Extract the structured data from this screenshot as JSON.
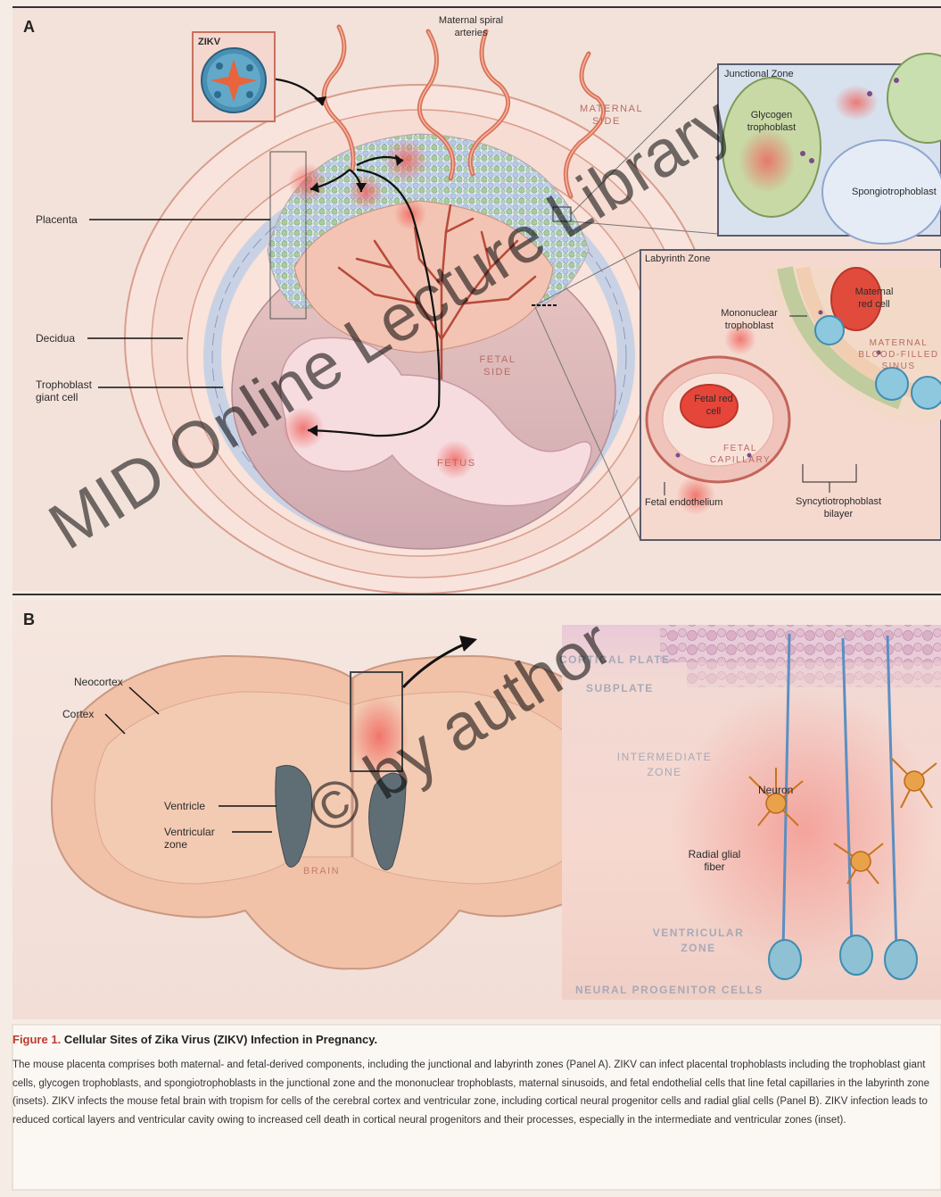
{
  "panelA": {
    "letter": "A",
    "zikv_label": "ZIKV",
    "arteries_label": "Maternal spiral arteries",
    "maternal_side": "MATERNAL SIDE",
    "fetal_side": "FETAL SIDE",
    "fetus": "FETUS",
    "placenta": "Placenta",
    "decidua": "Decidua",
    "trophoblast_giant_cell": "Trophoblast giant cell",
    "junctional_zone": {
      "title": "Junctional Zone",
      "glycogen": "Glycogen trophoblast",
      "spongio": "Spongiotrophoblast"
    },
    "labyrinth_zone": {
      "title": "Labyrinth Zone",
      "maternal_red_cell": "Maternal red cell",
      "mononuclear": "Mononuclear trophoblast",
      "sinus": "MATERNAL BLOOD-FILLED SINUS",
      "fetal_red_cell": "Fetal red cell",
      "fetal_capillary": "FETAL CAPILLARY",
      "fetal_endothelium": "Fetal endothelium",
      "syncytio": "Syncytiotrophoblast bilayer"
    }
  },
  "panelB": {
    "letter": "B",
    "neocortex": "Neocortex",
    "cortex": "Cortex",
    "ventricle": "Ventricle",
    "ventricular_zone": "Ventricular zone",
    "brain": "BRAIN",
    "cortical_plate": "CORTICAL PLATE",
    "subplate": "SUBPLATE",
    "intermediate_zone": "INTERMEDIATE ZONE",
    "neuron": "Neuron",
    "radial_glial_fiber": "Radial glial fiber",
    "ventricular_zone_caps": "VENTRICULAR ZONE",
    "npc": "NEURAL PROGENITOR CELLS"
  },
  "caption": {
    "number": "Figure 1.",
    "title": "Cellular Sites of Zika Virus (ZIKV) Infection in Pregnancy.",
    "body": "The mouse placenta comprises both maternal- and fetal-derived components, including the junctional and labyrinth zones (Panel A). ZIKV can infect placental trophoblasts including the trophoblast giant cells, glycogen trophoblasts, and spongiotrophoblasts in the junctional zone and the mononuclear trophoblasts, maternal sinusoids, and fetal endothelial cells that line fetal capillaries in the labyrinth zone (insets). ZIKV infects the mouse fetal brain with tropism for cells of the cerebral cortex and ventricular zone, including cortical neural progenitor cells and radial glial cells (Panel B). ZIKV infection leads to reduced cortical layers and ventricular cavity owing to increased cell death in cortical neural progenitors and their processes, especially in the intermediate and ventricular zones (inset)."
  },
  "watermark": {
    "line1": "MID Online Lecture Library",
    "line2": "© by author"
  },
  "colors": {
    "panel_bg": "#f3e2da",
    "artery": "#d9735a",
    "placenta_tissue": "#f2c3b2",
    "villi": "#b84a3a",
    "ventricle": "#5f6e74",
    "glial_fiber": "#5b8fc2",
    "neuron": "#d88a2e",
    "accent_red": "#c0392b"
  }
}
